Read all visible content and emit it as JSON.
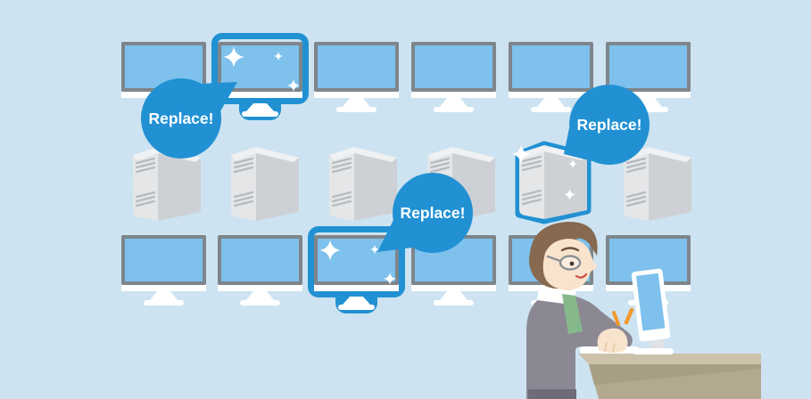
{
  "bubbles": [
    {
      "label": "Replace!"
    },
    {
      "label": "Replace!"
    },
    {
      "label": "Replace!"
    }
  ],
  "devices": {
    "top_row_monitors": 6,
    "middle_row_towers": 6,
    "bottom_row_monitors": 6,
    "highlighted": {
      "top_row_monitor_index": 2,
      "tower_index": 5,
      "bottom_row_monitor_index": 3
    },
    "sparkles_per_highlight": 3
  },
  "icons": {
    "monitor": "desktop-monitor-icon",
    "tower": "pc-tower-icon",
    "sparkle": "sparkle-icon",
    "speech_bubble": "speech-bubble-icon",
    "alert": "impact-exclamation-icon"
  },
  "colors": {
    "background": "#cde3f1",
    "accent_blue": "#2191d3",
    "screen_blue": "#7ec1ec",
    "monitor_frame_gray": "#7e858b",
    "tower_front_gray": "#e4e6e8",
    "tower_side_gray": "#cdd1d5",
    "desk_top_tan": "#ccc2ac",
    "desk_front_tan": "#b3a98f",
    "suit_gray": "#8b8894",
    "tie_green": "#85b98b",
    "hair_brown": "#86694f",
    "skin": "#f8e3cc",
    "alert_orange": "#f2992e",
    "white": "#ffffff"
  }
}
